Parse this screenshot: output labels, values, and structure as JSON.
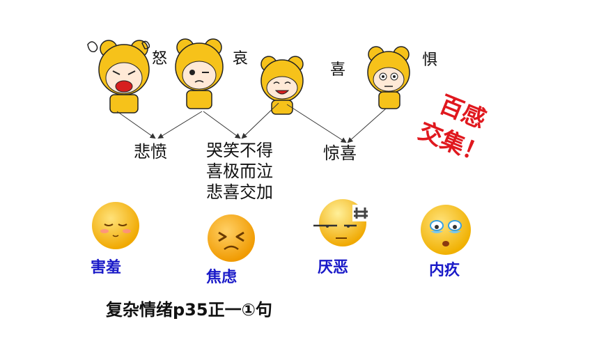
{
  "emotions_top": [
    "怒",
    "哀",
    "喜",
    "惧"
  ],
  "results": {
    "bei_fen": "悲愤",
    "combo_lines": [
      "哭笑不得",
      "喜极而泣",
      "悲喜交加"
    ],
    "jing_xi": "惊喜"
  },
  "stamp": {
    "line1": "百感",
    "line2": "交集！"
  },
  "emojis": [
    {
      "label": "害羞",
      "icon": "shy-face-icon"
    },
    {
      "label": "焦虑",
      "icon": "anxious-face-icon"
    },
    {
      "label": "厌恶",
      "icon": "disgusted-face-icon"
    },
    {
      "label": "内疚",
      "icon": "guilty-face-icon"
    }
  ],
  "caption": "复杂情绪p35正一①句",
  "colors": {
    "stamp": "#e0181e",
    "emoji_label": "#1a1ac8",
    "face_yellow": "#f5c000"
  }
}
